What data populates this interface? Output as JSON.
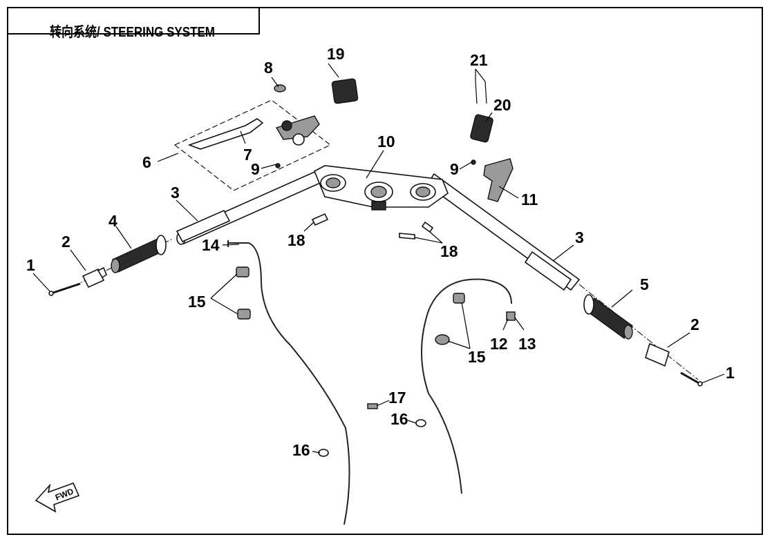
{
  "title": "转向系统/ STEERING SYSTEM",
  "fwd_label": "FWD",
  "callouts": [
    "1",
    "2",
    "3",
    "4",
    "5",
    "6",
    "7",
    "8",
    "9",
    "10",
    "11",
    "12",
    "13",
    "14",
    "15",
    "16",
    "17",
    "18",
    "19",
    "20",
    "21"
  ]
}
